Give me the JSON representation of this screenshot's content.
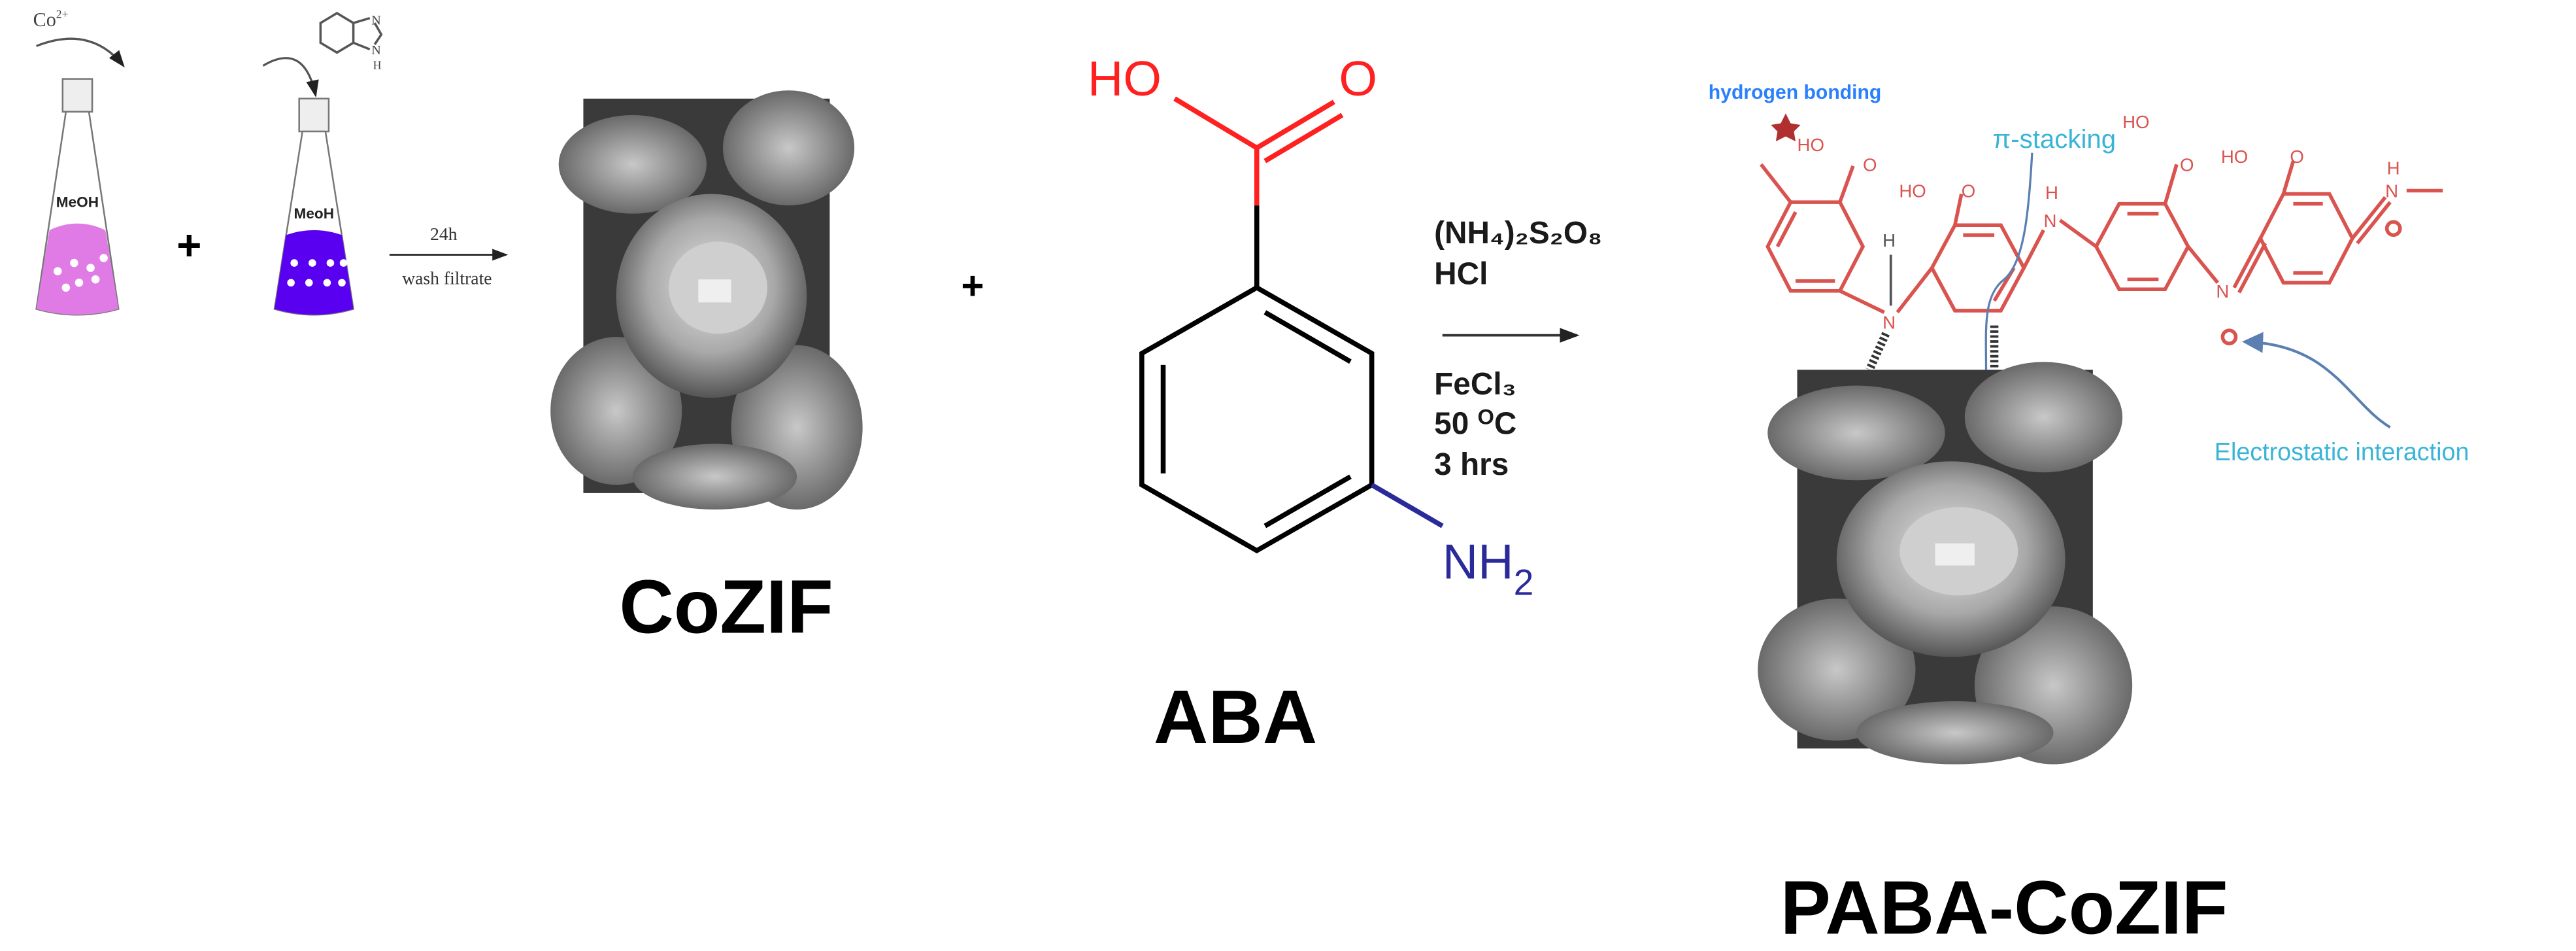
{
  "step1": {
    "cobalt": {
      "symbol": "Co",
      "charge": "2+"
    },
    "flask1_solvent": "MeOH",
    "flask2_solvent": "MeoH",
    "plus": "+",
    "linker": {
      "n_top": "N",
      "n_bottom": "N",
      "h": "H"
    },
    "time": "24h",
    "workup": "wash filtrate",
    "flask1_color": "#e07be6",
    "flask2_color": "#5a00f0"
  },
  "cozif": {
    "label": "CoZIF"
  },
  "plus2": "+",
  "aba": {
    "label": "ABA",
    "ho": "HO",
    "o": "O",
    "nh": "NH",
    "nh_sub": "2",
    "acid_color": "#ff2020",
    "amine_color": "#2a2a9a"
  },
  "conditions": {
    "oxidant": "(NH₄)₂S₂O₈",
    "acid": "HCl",
    "catalyst": "FeCl₃",
    "temp_value": "50 ",
    "temp_deg": "O",
    "temp_unit": "C",
    "duration": "3 hrs"
  },
  "product": {
    "label": "PABA-CoZIF",
    "hydrogen_bonding": "hydrogen bonding",
    "pi_stacking": "π-stacking",
    "electrostatic": "Electrostatic interaction",
    "atoms": {
      "ho": "HO",
      "o": "O",
      "n": "N",
      "h": "H"
    },
    "polymer_color": "#d9534f",
    "annotation_blue": "#2a7fff",
    "annotation_teal": "#3ab4d6"
  }
}
